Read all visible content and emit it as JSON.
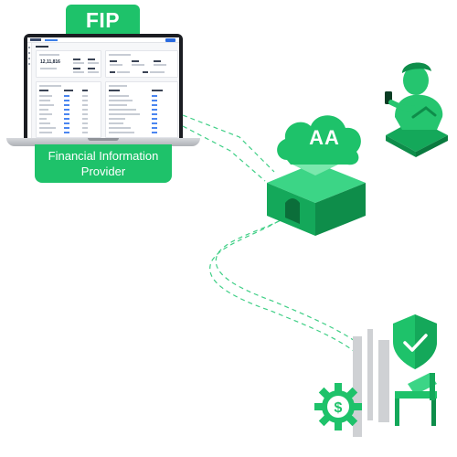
{
  "fip": {
    "badge": "FIP",
    "label": "Financial Information Provider"
  },
  "account_aggregator": {
    "label": "AA"
  },
  "dashboard_screen": {
    "big_value": "12,11,816"
  },
  "icons": {
    "user": "user-with-phone-icon",
    "aa": "cloud-building-icon",
    "security": "shield-check-icon",
    "finance": "gear-dollar-icon",
    "chair": "chair-icon"
  },
  "colors": {
    "primary_green": "#1ec26a",
    "dark_green": "#12a358",
    "connector": "#3fcf86"
  }
}
